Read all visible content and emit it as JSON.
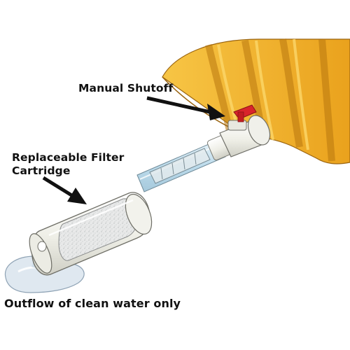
{
  "labels": {
    "manual_shutoff": "Manual Shutoff",
    "filter_line1": "Replaceable Filter",
    "filter_line2": "Cartridge",
    "outflow": "Outflow of clean water only"
  },
  "colors": {
    "tank_yellow": "#f4b428",
    "tank_shadow": "#c97f10",
    "valve_red": "#d9242b",
    "filter_body": "#f1f1ea",
    "filter_media": "#e6e7e7",
    "hose_blue": "#cfe6f2",
    "water": "#d8e4ee"
  }
}
